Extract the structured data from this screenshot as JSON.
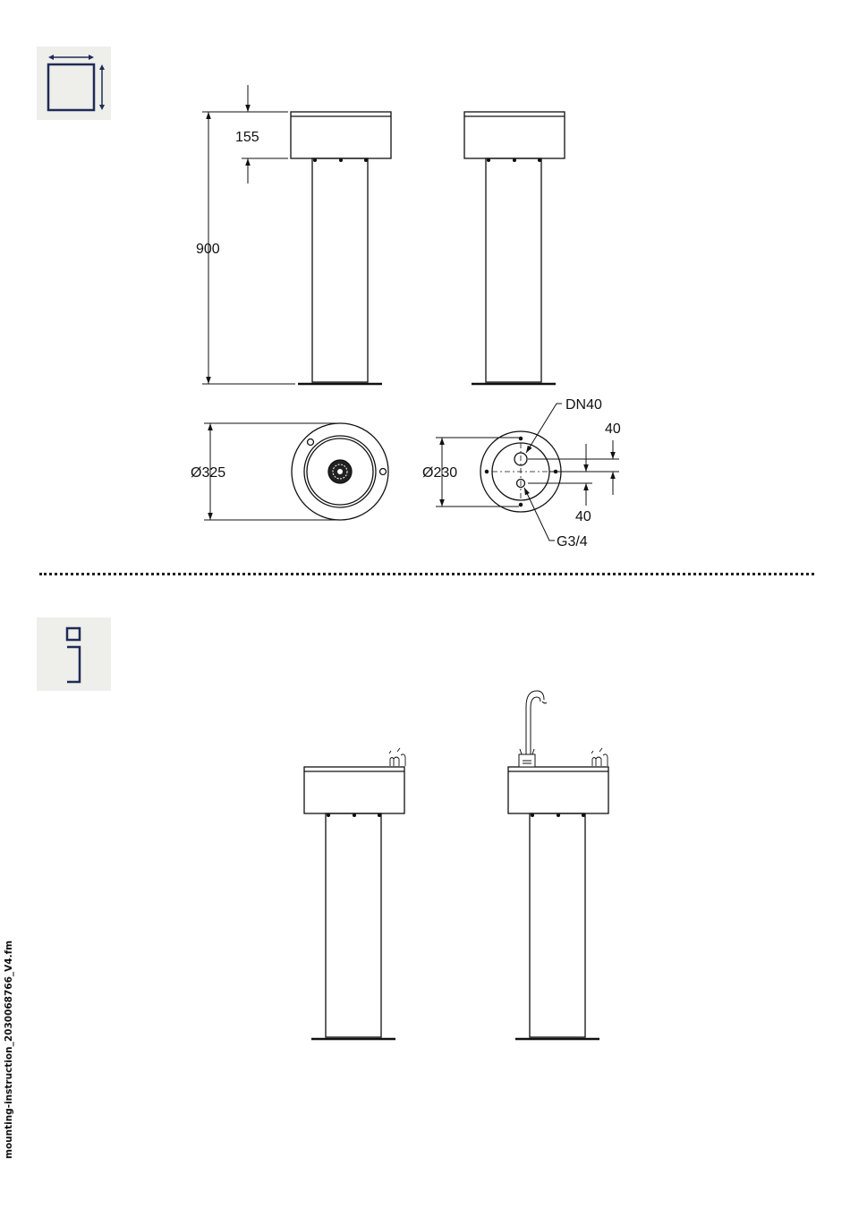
{
  "dimensions": {
    "top_height": "155",
    "total_height": "900",
    "top_diameter": "Ø325",
    "base_diameter": "Ø230",
    "drain_size": "DN40",
    "supply_size": "G3/4",
    "offset_top": "40",
    "offset_bottom": "40"
  },
  "footer": {
    "filename": "mounting-instruction_2030068766_V4.fm"
  },
  "icons": {
    "dimensions": "dimensions-icon",
    "info": "info-icon"
  },
  "colors": {
    "line": "#111111",
    "icon_background": "#eeeeea",
    "icon_stroke": "#1f2b57"
  }
}
